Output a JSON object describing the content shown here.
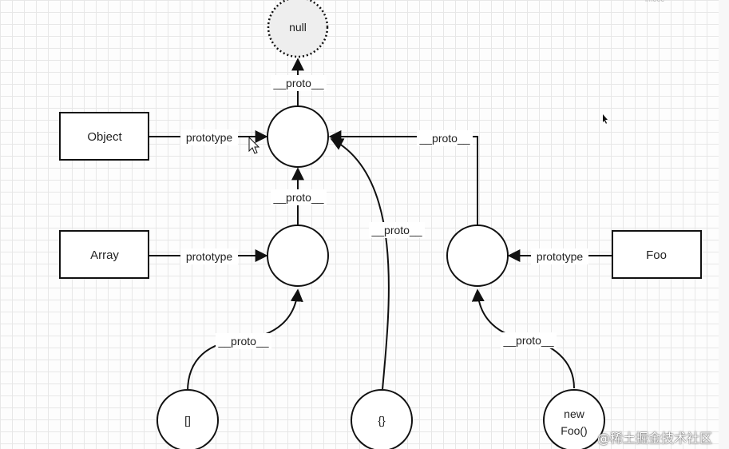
{
  "diagram": {
    "null_node": "null",
    "boxes": {
      "object": "Object",
      "array": "Array",
      "foo": "Foo"
    },
    "instances": {
      "array_literal": "[]",
      "object_literal": "{}",
      "new_foo_line1": "new",
      "new_foo_line2": "Foo()"
    },
    "edge_labels": {
      "object_prototype": "prototype",
      "array_prototype": "prototype",
      "foo_prototype": "prototype",
      "object_proto_to_null": "__proto__",
      "array_proto_to_object_proto": "__proto__",
      "foo_proto_to_object_proto": "__proto__",
      "object_literal_proto": "__proto__",
      "array_literal_proto": "__proto__",
      "new_foo_proto": "__proto__"
    }
  },
  "watermark": "@稀土掘金技术社区",
  "corner_mark": "imooc",
  "colors": {
    "stroke": "#111111",
    "grid": "#e7e7e7",
    "null_fill": "#eeeeee"
  }
}
